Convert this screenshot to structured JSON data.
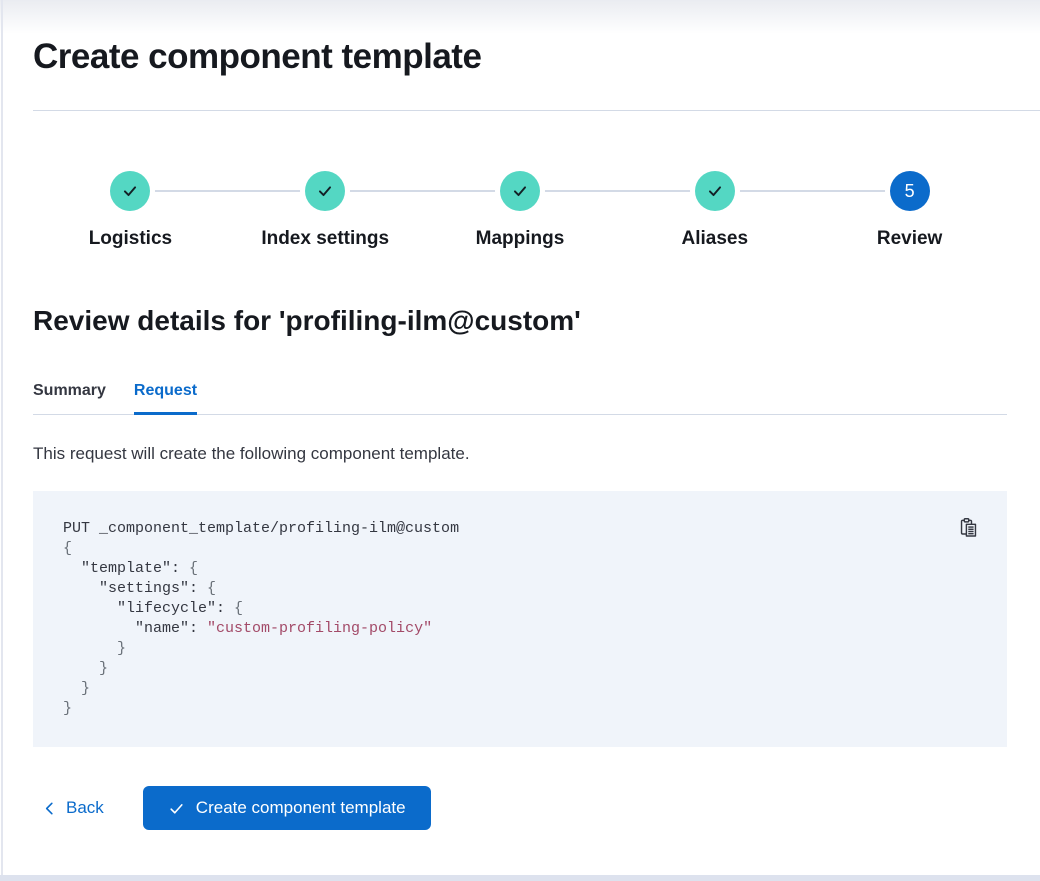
{
  "page": {
    "title": "Create component template"
  },
  "stepper": {
    "steps": [
      {
        "label": "Logistics",
        "status": "complete",
        "icon": "check-icon"
      },
      {
        "label": "Index settings",
        "status": "complete",
        "icon": "check-icon"
      },
      {
        "label": "Mappings",
        "status": "complete",
        "icon": "check-icon"
      },
      {
        "label": "Aliases",
        "status": "complete",
        "icon": "check-icon"
      },
      {
        "label": "Review",
        "status": "current",
        "number": "5"
      }
    ]
  },
  "review": {
    "heading": "Review details for 'profiling-ilm@custom'",
    "tabs": [
      {
        "label": "Summary",
        "active": false
      },
      {
        "label": "Request",
        "active": true
      }
    ],
    "description": "This request will create the following component template."
  },
  "code": {
    "copy_icon": "copy-clipboard-icon",
    "lines": [
      [
        [
          "d",
          "PUT _component_template/profiling-ilm@custom"
        ]
      ],
      [
        [
          "p",
          "{"
        ]
      ],
      [
        [
          "k",
          "  \"template\": "
        ],
        [
          "p",
          "{"
        ]
      ],
      [
        [
          "k",
          "    \"settings\": "
        ],
        [
          "p",
          "{"
        ]
      ],
      [
        [
          "k",
          "      \"lifecycle\": "
        ],
        [
          "p",
          "{"
        ]
      ],
      [
        [
          "k",
          "        \"name\": "
        ],
        [
          "s",
          "\"custom-profiling-policy\""
        ]
      ],
      [
        [
          "p",
          "      }"
        ]
      ],
      [
        [
          "p",
          "    }"
        ]
      ],
      [
        [
          "p",
          "  }"
        ]
      ],
      [
        [
          "p",
          "}"
        ]
      ]
    ]
  },
  "footer": {
    "back_label": "Back",
    "back_icon": "chevron-left-icon",
    "create_label": "Create component template",
    "create_icon": "check-icon"
  },
  "colors": {
    "primary_blue": "#0b6bcb",
    "step_complete_teal": "#54d7c3",
    "divider": "#d3dae6",
    "code_background": "#f0f4fa",
    "code_string": "#a34a68",
    "heading_text": "#16191f",
    "body_text": "#343741"
  }
}
